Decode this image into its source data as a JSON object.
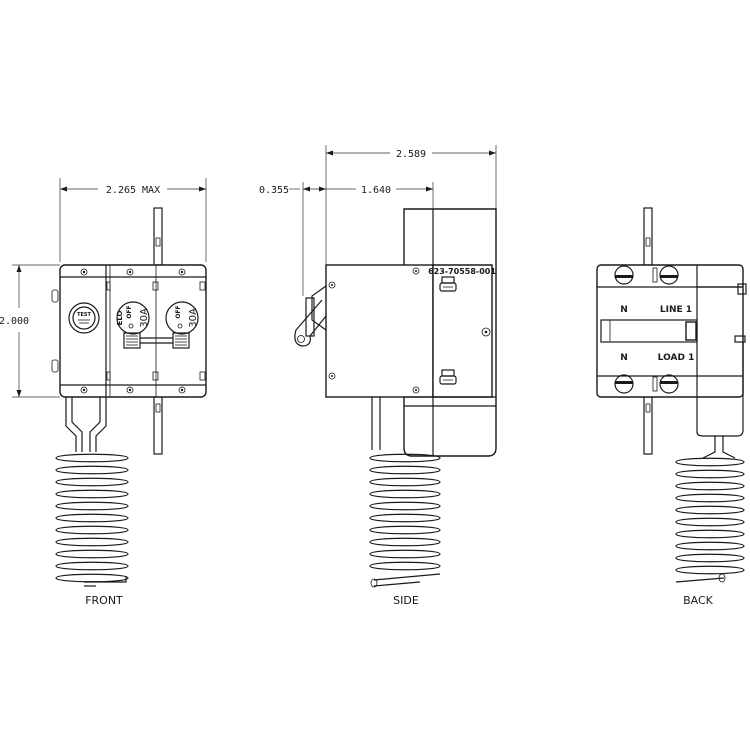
{
  "views": {
    "front": {
      "caption": "FRONT"
    },
    "side": {
      "caption": "SIDE"
    },
    "back": {
      "caption": "BACK"
    }
  },
  "dimensions": {
    "front_width": "2.265 MAX",
    "front_height": "2.000",
    "side_total": "2.589",
    "side_offset": "0.355",
    "side_body": "1.640"
  },
  "labels": {
    "part_number": "623-70558-001",
    "switch_left_top": "OFF",
    "switch_left_rating": "30A",
    "switch_left_side": "ELO",
    "switch_right_top": "OFF",
    "switch_right_rating": "30A",
    "test_button": "TEST",
    "back_n_top": "N",
    "back_line": "LINE 1",
    "back_n_bottom": "N",
    "back_load": "LOAD 1"
  }
}
